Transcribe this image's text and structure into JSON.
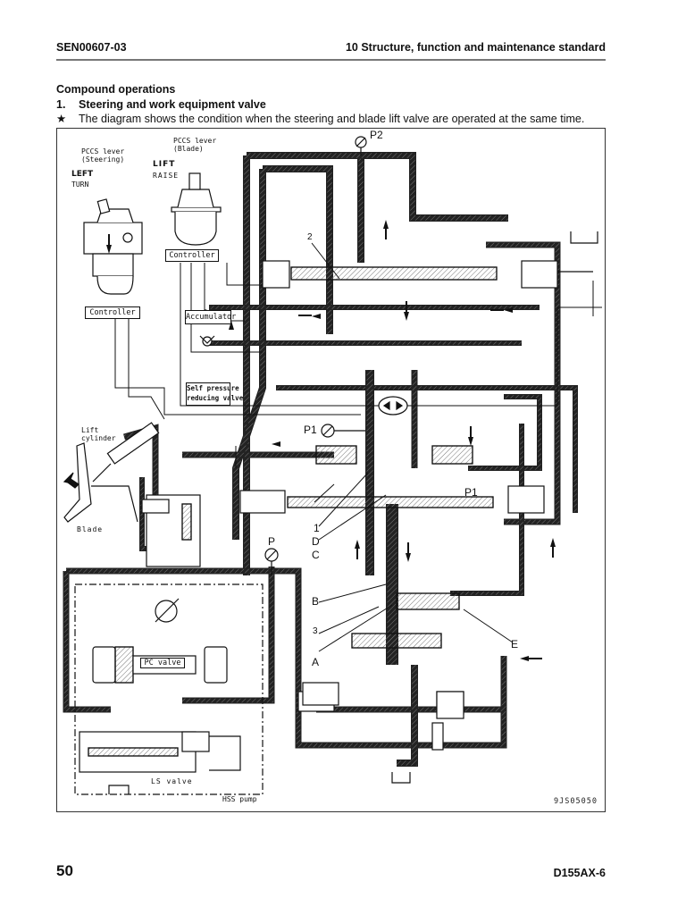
{
  "header": {
    "doc_code": "SEN00607-03",
    "section": "10 Structure, function and maintenance standard"
  },
  "content": {
    "section_title": "Compound operations",
    "subsection_number": "1.",
    "subsection_title": "Steering and work equipment valve",
    "note_symbol": "★",
    "note_text": "The diagram shows the condition when the steering and blade lift valve are operated at the same time."
  },
  "diagram": {
    "figure_code": "9JS05050",
    "levers": {
      "steering_label": "PCCS lever\n(Steering)",
      "steering_direction": "LEFT",
      "steering_action": "TURN",
      "blade_label": "PCCS lever\n(Blade)",
      "blade_direction": "LIFT",
      "blade_action": "RAISE"
    },
    "components": {
      "controller_steering": "Controller",
      "controller_blade": "Controller",
      "accumulator": "Accumulator",
      "self_pressure_reducing_valve": "Self pressure\nreducing valve",
      "lift_cylinder": "Lift\ncylinder",
      "blade": "Blade",
      "pc_valve": "PC valve",
      "ls_valve": "LS valve",
      "hss_pump": "HSS pump"
    },
    "gauges": {
      "p2": "P2",
      "p1_left": "P1",
      "p1_right": "P1",
      "p": "P"
    },
    "references": {
      "ref_1": "1",
      "ref_2": "2",
      "ref_3": "3",
      "ref_a": "A",
      "ref_b": "B",
      "ref_c": "C",
      "ref_d": "D",
      "ref_e": "E"
    }
  },
  "footer": {
    "page_number": "50",
    "model": "D155AX-6"
  }
}
